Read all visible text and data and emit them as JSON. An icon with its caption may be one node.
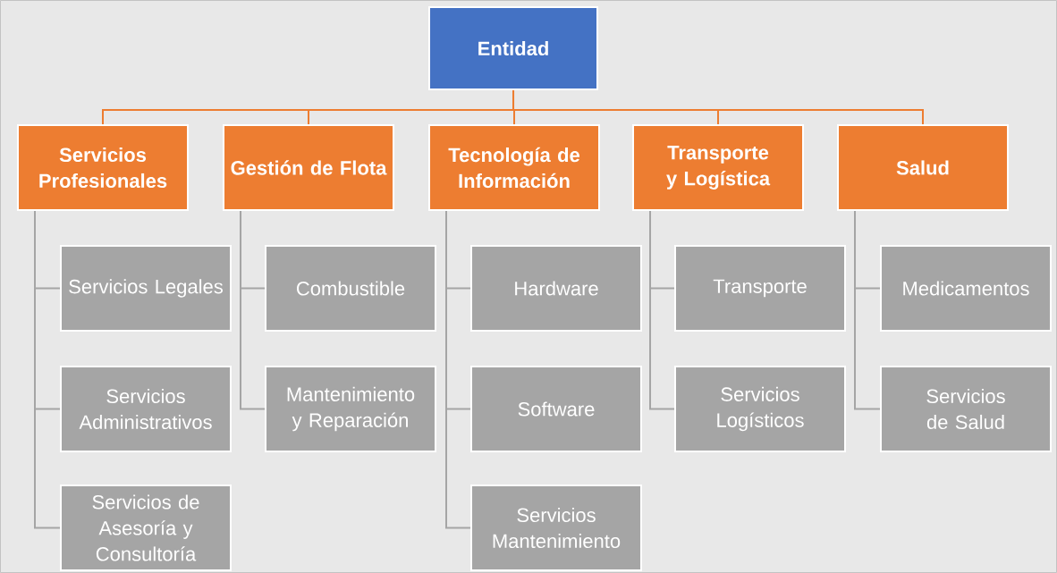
{
  "diagram": {
    "nodes": [
      {
        "text": [
          "Entidad"
        ]
      },
      {
        "text": [
          "Servicios Profesionales"
        ]
      },
      {
        "text": [
          "Gestión de Flota"
        ]
      },
      {
        "text": [
          "Tecnología de Información"
        ]
      },
      {
        "text": [
          "Transporte y Logística"
        ]
      },
      {
        "text": [
          "Salud"
        ]
      },
      {
        "text": [
          "Servicios Legales"
        ]
      },
      {
        "text": [
          "Servicios Administrativos"
        ]
      },
      {
        "text": [
          "Servicios de Asesoría y Consultoría"
        ]
      },
      {
        "text": [
          "Combustible"
        ]
      },
      {
        "text": [
          "Mantenimiento y Reparación"
        ]
      },
      {
        "text": [
          "Hardware"
        ]
      },
      {
        "text": [
          "Software"
        ]
      },
      {
        "text": [
          "Servicios Mantenimiento"
        ]
      },
      {
        "text": [
          "Transporte"
        ]
      },
      {
        "text": [
          "Servicios Logísticos"
        ]
      },
      {
        "text": [
          "Medicamentos"
        ]
      },
      {
        "text": [
          "Servicios de Salud"
        ]
      }
    ],
    "edges": [
      {
        "from": 0,
        "to": 1,
        "arrow": "none",
        "color": "#ed7d31"
      },
      {
        "from": 0,
        "to": 2,
        "arrow": "none",
        "color": "#ed7d31"
      },
      {
        "from": 0,
        "to": 3,
        "arrow": "none",
        "color": "#ed7d31"
      },
      {
        "from": 0,
        "to": 4,
        "arrow": "none",
        "color": "#ed7d31"
      },
      {
        "from": 0,
        "to": 5,
        "arrow": "none",
        "color": "#ed7d31"
      },
      {
        "from": 1,
        "to": 6,
        "arrow": "none"
      },
      {
        "from": 1,
        "to": 7,
        "arrow": "none"
      },
      {
        "from": 1,
        "to": 8,
        "arrow": "none"
      },
      {
        "from": 2,
        "to": 9,
        "arrow": "none"
      },
      {
        "from": 2,
        "to": 10,
        "arrow": "none"
      },
      {
        "from": 3,
        "to": 11,
        "arrow": "none"
      },
      {
        "from": 3,
        "to": 12,
        "arrow": "none"
      },
      {
        "from": 3,
        "to": 13,
        "arrow": "none"
      },
      {
        "from": 4,
        "to": 14,
        "arrow": "none"
      },
      {
        "from": 4,
        "to": 15,
        "arrow": "none"
      },
      {
        "from": 5,
        "to": 16,
        "arrow": "none"
      },
      {
        "from": 5,
        "to": 17,
        "arrow": "none"
      }
    ]
  }
}
